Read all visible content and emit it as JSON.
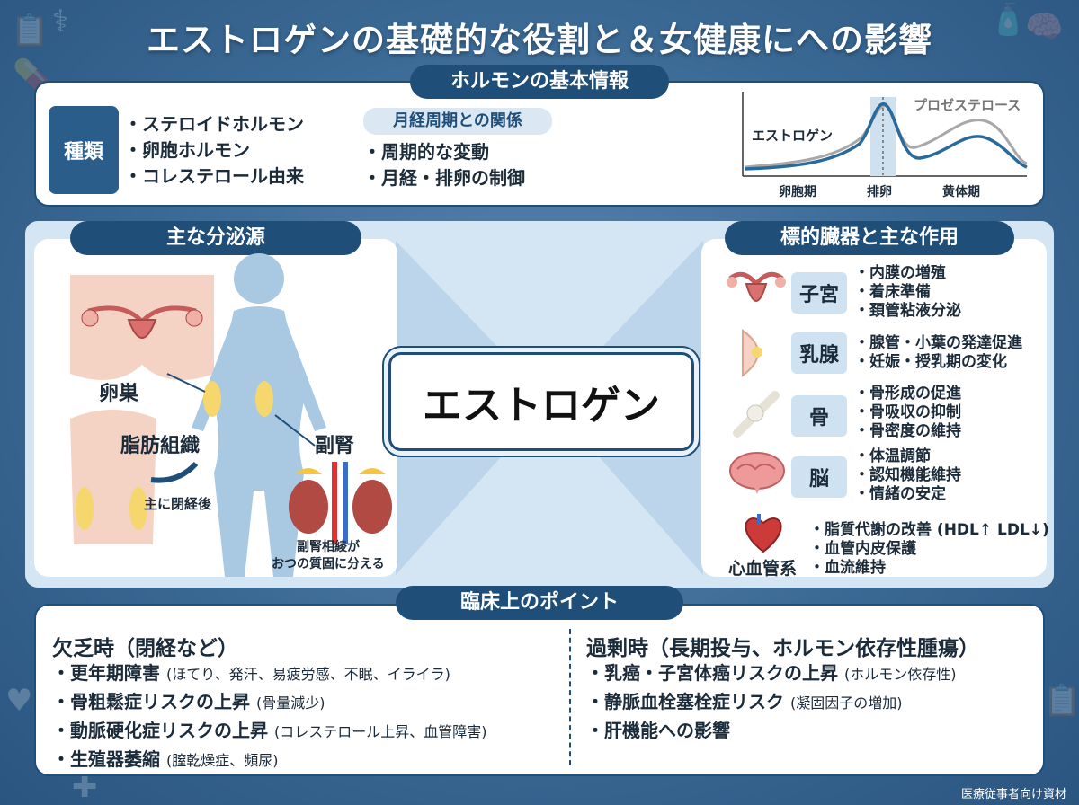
{
  "title": "エストロゲンの基礎的な役割と＆女健康にへの影響",
  "basic": {
    "header": "ホルモンの基本情報",
    "type_label": "種類",
    "type_items": [
      "ステロイドホルモン",
      "卵胞ホルモン",
      "コレステロール由来"
    ],
    "cycle_label": "月経周期との関係",
    "cycle_items": [
      "周期的な変動",
      "月経・排卵の制御"
    ],
    "graph": {
      "estrogen_label": "エストロゲン",
      "progesterone_label": "プロゼステロース",
      "phases": [
        "卵胞期",
        "排卵",
        "黄体期"
      ],
      "estrogen_color": "#2a6a9a",
      "progesterone_color": "#a8a8a8"
    }
  },
  "sources": {
    "header": "主な分泌源",
    "ovary": "卵巣",
    "fat": "脂肪組織",
    "fat_note": "主に閉経後",
    "adrenal": "副腎",
    "adrenal_note_1": "副腎相綾が",
    "adrenal_note_2": "おつの質固に分える"
  },
  "center": "エストロゲン",
  "targets": {
    "header": "標的臓器と主な作用",
    "organs": [
      {
        "name": "子宮",
        "icon": "uterus-icon",
        "effects": [
          "内膜の増殖",
          "着床準備",
          "頚管粘液分泌"
        ]
      },
      {
        "name": "乳腺",
        "icon": "breast-icon",
        "effects": [
          "腺管・小葉の発達促進",
          "妊娠・授乳期の変化"
        ]
      },
      {
        "name": "骨",
        "icon": "bone-icon",
        "effects": [
          "骨形成の促進",
          "骨吸収の抑制",
          "骨密度の維持"
        ]
      },
      {
        "name": "脳",
        "icon": "brain-icon",
        "effects": [
          "体温調節",
          "認知機能維持",
          "情緒の安定"
        ]
      },
      {
        "name": "心血管系",
        "icon": "heart-icon",
        "effects": [
          "脂質代謝の改善 (HDL↑ LDL↓)",
          "血管内皮保護",
          "血流維持"
        ]
      }
    ]
  },
  "clinical": {
    "header": "臨床上のポイント",
    "deficiency_title": "欠乏時（閉経など）",
    "deficiency": [
      {
        "main": "更年期障害",
        "note": "(ほてり、発汗、易疲労感、不眠、イライラ)"
      },
      {
        "main": "骨粗鬆症リスクの上昇",
        "note": "(骨量減少)"
      },
      {
        "main": "動脈硬化症リスクの上昇",
        "note": "(コレステロール上昇、血管障害)"
      },
      {
        "main": "生殖器萎縮",
        "note": "(膣乾燥症、頻尿)"
      }
    ],
    "excess_title": "過剰時（長期投与、ホルモン依存性腫瘍）",
    "excess": [
      {
        "main": "乳癌・子宮体癌リスクの上昇",
        "note": "(ホルモン依存性)"
      },
      {
        "main": "静脈血栓塞栓症リスク",
        "note": "(凝固因子の増加)"
      },
      {
        "main": "肝機能への影響",
        "note": ""
      }
    ]
  },
  "footer": "医療従事者向け資材"
}
